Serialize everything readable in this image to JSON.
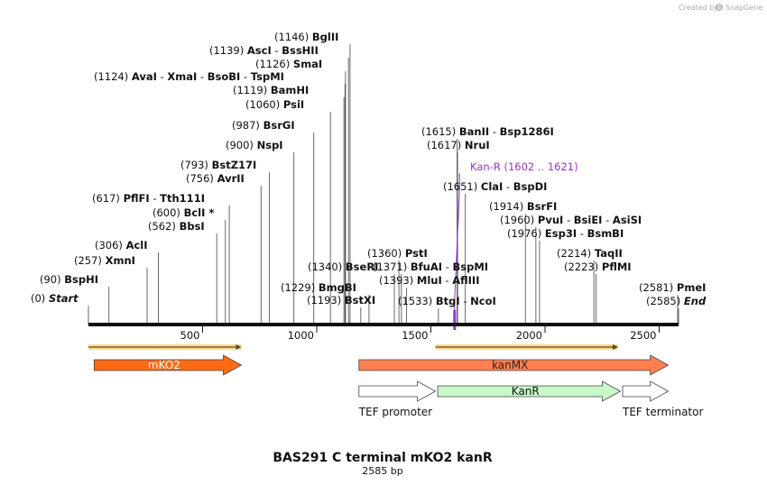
{
  "watermark": {
    "prefix": "Created by",
    "brand": "SnapGene"
  },
  "map": {
    "length": 2585,
    "ticks": [
      500,
      1000,
      1500,
      2000,
      2500
    ],
    "title": "BAS291 C terminal mKO2 kanR",
    "subtitle": "2585 bp"
  },
  "sites": [
    {
      "pos": 0,
      "label": "(0)",
      "enzymes": [
        "Start"
      ],
      "italic": true
    },
    {
      "pos": 90,
      "label": "(90)",
      "enzymes": [
        "BspHI"
      ]
    },
    {
      "pos": 257,
      "label": "(257)",
      "enzymes": [
        "XmnI"
      ]
    },
    {
      "pos": 306,
      "label": "(306)",
      "enzymes": [
        "AclI"
      ]
    },
    {
      "pos": 562,
      "label": "(562)",
      "enzymes": [
        "BbsI"
      ]
    },
    {
      "pos": 600,
      "label": "(600)",
      "enzymes": [
        "BclI *"
      ]
    },
    {
      "pos": 617,
      "label": "(617)",
      "enzymes": [
        "PflFI",
        "Tth111I"
      ]
    },
    {
      "pos": 756,
      "label": "(756)",
      "enzymes": [
        "AvrII"
      ]
    },
    {
      "pos": 793,
      "label": "(793)",
      "enzymes": [
        "BstZ17I"
      ]
    },
    {
      "pos": 900,
      "label": "(900)",
      "enzymes": [
        "NspI"
      ]
    },
    {
      "pos": 987,
      "label": "(987)",
      "enzymes": [
        "BsrGI"
      ]
    },
    {
      "pos": 1060,
      "label": "(1060)",
      "enzymes": [
        "PsiI"
      ]
    },
    {
      "pos": 1119,
      "label": "(1119)",
      "enzymes": [
        "BamHI"
      ]
    },
    {
      "pos": 1124,
      "label": "(1124)",
      "enzymes": [
        "AvaI",
        "XmaI",
        "BsoBI",
        "TspMI"
      ]
    },
    {
      "pos": 1126,
      "label": "(1126)",
      "enzymes": [
        "SmaI"
      ]
    },
    {
      "pos": 1139,
      "label": "(1139)",
      "enzymes": [
        "AscI",
        "BssHII"
      ]
    },
    {
      "pos": 1146,
      "label": "(1146)",
      "enzymes": [
        "BglII"
      ]
    },
    {
      "pos": 1193,
      "label": "(1193)",
      "enzymes": [
        "BstXI"
      ]
    },
    {
      "pos": 1229,
      "label": "(1229)",
      "enzymes": [
        "BmgBI"
      ]
    },
    {
      "pos": 1340,
      "label": "(1340)",
      "enzymes": [
        "BseRI"
      ]
    },
    {
      "pos": 1360,
      "label": "(1360)",
      "enzymes": [
        "PstI"
      ]
    },
    {
      "pos": 1371,
      "label": "(1371)",
      "enzymes": [
        "BfuAI",
        "BspMI"
      ]
    },
    {
      "pos": 1393,
      "label": "(1393)",
      "enzymes": [
        "MluI",
        "AflIII"
      ]
    },
    {
      "pos": 1533,
      "label": "(1533)",
      "enzymes": [
        "BtgI",
        "NcoI"
      ]
    },
    {
      "pos": 1615,
      "label": "(1615)",
      "enzymes": [
        "BanII",
        "Bsp1286I"
      ]
    },
    {
      "pos": 1617,
      "label": "(1617)",
      "enzymes": [
        "NruI"
      ]
    },
    {
      "pos": 1651,
      "label": "(1651)",
      "enzymes": [
        "ClaI",
        "BspDI"
      ]
    },
    {
      "pos": 1914,
      "label": "(1914)",
      "enzymes": [
        "BsrFI"
      ]
    },
    {
      "pos": 1960,
      "label": "(1960)",
      "enzymes": [
        "PvuI",
        "BsiEI",
        "AsiSI"
      ]
    },
    {
      "pos": 1976,
      "label": "(1976)",
      "enzymes": [
        "Esp3I",
        "BsmBI"
      ]
    },
    {
      "pos": 2214,
      "label": "(2214)",
      "enzymes": [
        "TaqII"
      ]
    },
    {
      "pos": 2223,
      "label": "(2223)",
      "enzymes": [
        "PflMI"
      ]
    },
    {
      "pos": 2581,
      "label": "(2581)",
      "enzymes": [
        "PmeI"
      ]
    },
    {
      "pos": 2585,
      "label": "(2585)",
      "enzymes": [
        "End"
      ],
      "italic": true
    }
  ],
  "primer": {
    "name": "Kan-R",
    "range": "(1602 .. 1621)",
    "pos": 1602,
    "color": "#9a30d8"
  },
  "orf_bars": [
    {
      "start": 0,
      "end": 670
    },
    {
      "start": 1520,
      "end": 2320
    }
  ],
  "features": [
    {
      "name": "mKO2",
      "start": 25,
      "end": 670,
      "fill": "#ff6a13",
      "text_color": "#ffffff",
      "label_inside": true
    },
    {
      "name": "kanMX",
      "start": 1185,
      "end": 2540,
      "fill": "#ff7f50",
      "text_color": "#222222",
      "label_inside": true
    },
    {
      "name": "TEF promoter",
      "start": 1185,
      "end": 1520,
      "fill": "#ffffff",
      "text_color": "#111111",
      "label_inside": false
    },
    {
      "name": "KanR",
      "start": 1530,
      "end": 2330,
      "fill": "#c8f7c8",
      "text_color": "#111111",
      "label_inside": true
    },
    {
      "name": "TEF terminator",
      "start": 2340,
      "end": 2540,
      "fill": "#ffffff",
      "text_color": "#111111",
      "label_inside": false
    }
  ]
}
